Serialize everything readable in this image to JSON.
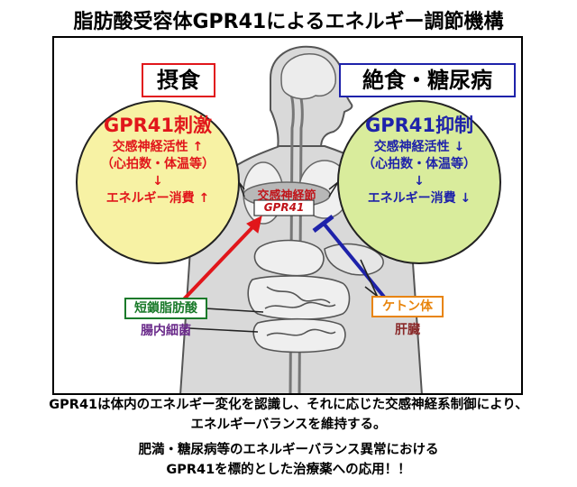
{
  "title": "脂肪酸受容体GPR41によるエネルギー調節機構",
  "left": {
    "tag": "摂食",
    "bubble_title": "GPR41刺激",
    "lines": [
      "交感神経活性 ↑",
      "（心拍数・体温等）",
      "↓",
      "エネルギー消費 ↑"
    ]
  },
  "right": {
    "tag": "絶食・糖尿病",
    "bubble_title": "GPR41抑制",
    "lines": [
      "交感神経活性 ↓",
      "（心拍数・体温等）",
      "↓",
      "エネルギー消費 ↓"
    ]
  },
  "center": {
    "ganglion": "交感神経節",
    "receptor": "GPR41"
  },
  "sources": {
    "left_box": "短鎖脂肪酸",
    "left_label": "腸内細菌",
    "right_box": "ケトン体",
    "right_label": "肝臓"
  },
  "captions": {
    "line1": "GPR41は体内のエネルギー変化を認識し、それに応じた交感神経系制御により、",
    "line2": "エネルギーバランスを維持する。",
    "line3": "肥満・糖尿病等のエネルギーバランス異常における",
    "line4": "GPR41を標的とした治療薬への応用！！"
  },
  "colors": {
    "red": "#e1161b",
    "blue": "#1e22aa",
    "green": "#1a7a2a",
    "orange": "#e8840c",
    "purple": "#6a2a8a",
    "brown": "#8a2a2a",
    "bubble_left": "#f7f2a4",
    "bubble_right": "#d9ec9c"
  }
}
